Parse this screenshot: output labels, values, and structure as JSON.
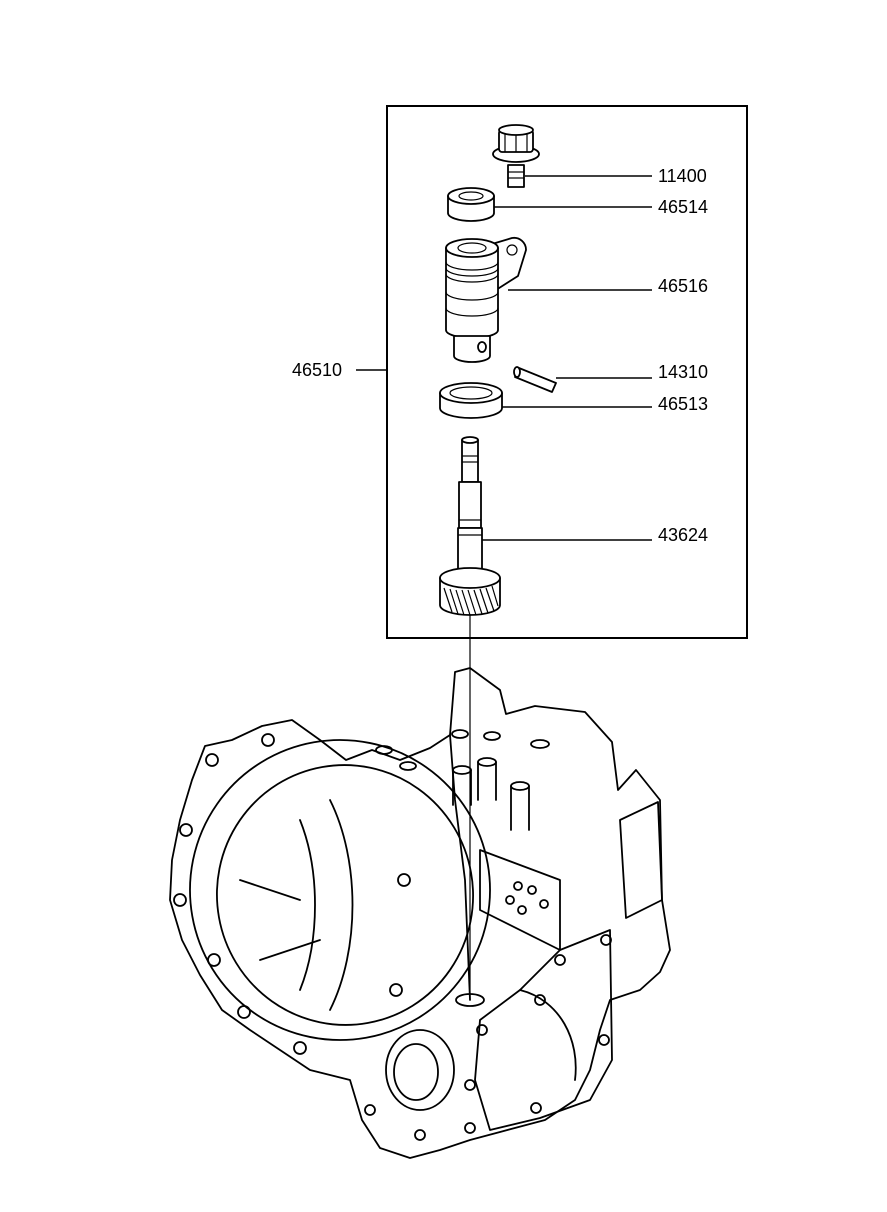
{
  "parts": {
    "bolt": "11400",
    "oil_seal": "46514",
    "sleeve": "46516",
    "pin": "14310",
    "o_ring": "46513",
    "driven_gear": "43624",
    "assembly": "46510"
  }
}
